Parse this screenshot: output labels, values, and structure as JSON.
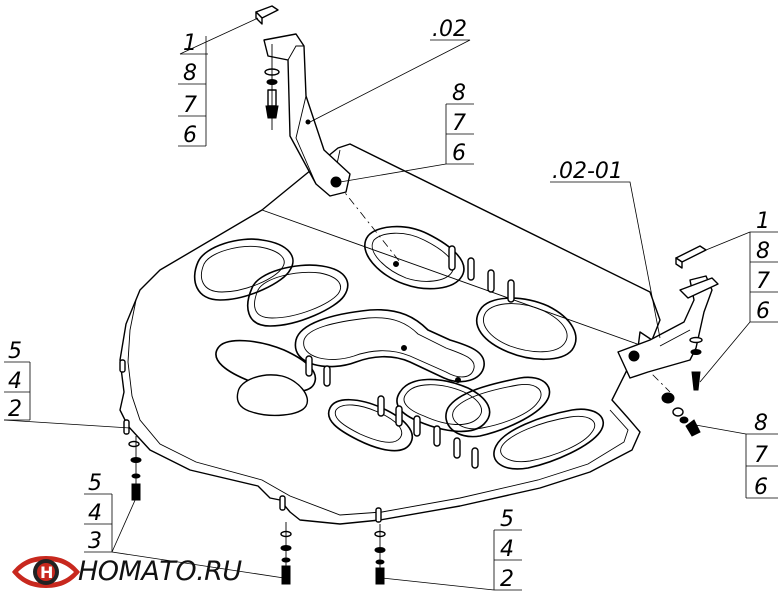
{
  "labels": {
    "part_02": ".02",
    "part_02_01": ".02-01",
    "n1": "1",
    "n2": "2",
    "n3": "3",
    "n4": "4",
    "n5": "5",
    "n6": "6",
    "n7": "7",
    "n8": "8"
  },
  "logo": {
    "text": "НОМАТО.RU",
    "mark": "H",
    "colors": {
      "red": "#c8281e",
      "dark": "#222222"
    }
  }
}
